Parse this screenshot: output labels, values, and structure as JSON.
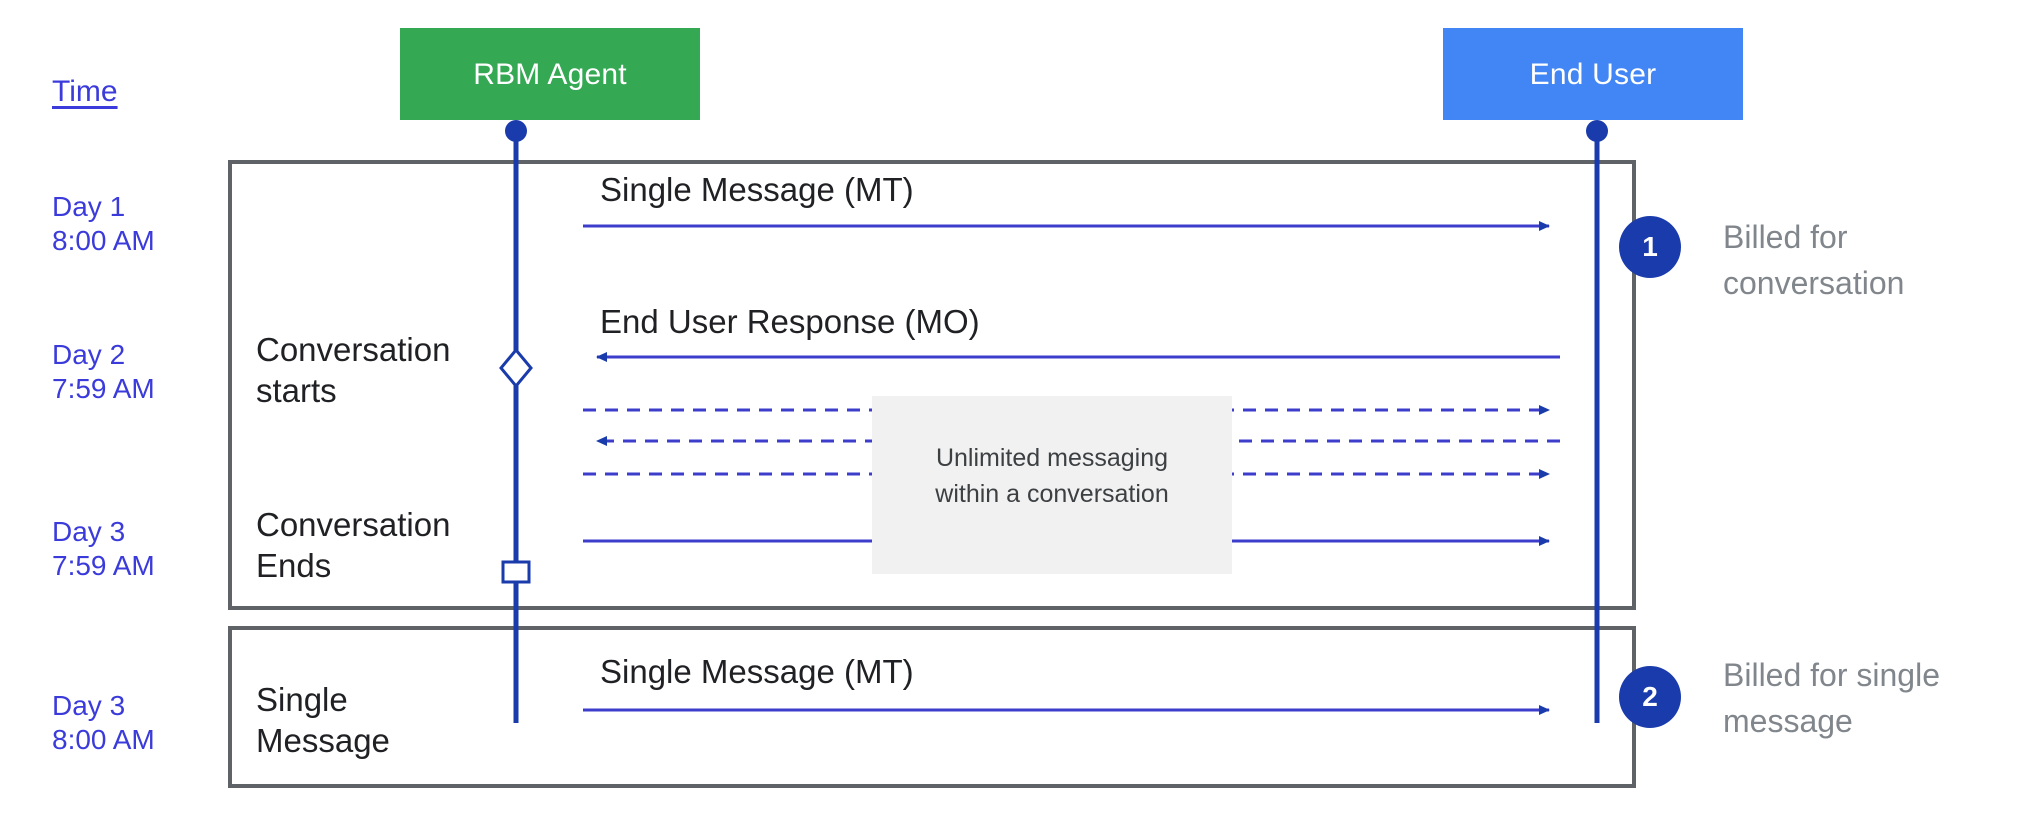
{
  "diagram": {
    "title_column": {
      "label": "Time"
    },
    "actors": [
      {
        "id": "rbm-agent",
        "label": "RBM Agent",
        "color": "#34a853"
      },
      {
        "id": "end-user",
        "label": "End User",
        "color": "#4285f4"
      }
    ],
    "colors": {
      "time_text": "#3b3bdb",
      "arrow": "#3d3dcc",
      "arrow_head": "#1a3bab",
      "lifeline": "#1a3bab",
      "badge": "#1a3bab",
      "frame": "#5f6368",
      "note_bg": "#f1f1f1",
      "note_text": "#3c4043",
      "billed_text": "#80868b",
      "label_text": "#202124"
    },
    "time_labels": [
      {
        "day": "Day 1",
        "time": "8:00 AM",
        "text": "Day 1\n8:00 AM"
      },
      {
        "day": "Day 2",
        "time": "7:59 AM",
        "text": "Day 2\n7:59 AM"
      },
      {
        "day": "Day 3",
        "time": "7:59 AM",
        "text": "Day 3\n7:59 AM"
      },
      {
        "day": "Day 3",
        "time": "8:00 AM",
        "text": "Day 3\n8:00 AM"
      }
    ],
    "phases": [
      {
        "id": "conversation-starts",
        "text": "Conversation\nstarts"
      },
      {
        "id": "conversation-ends",
        "text": "Conversation\nEnds"
      },
      {
        "id": "single-message",
        "text": "Single\nMessage"
      }
    ],
    "messages": [
      {
        "id": "mt-1",
        "label": "Single Message (MT)",
        "direction": "agent-to-user",
        "style": "solid"
      },
      {
        "id": "mo-1",
        "label": "End User Response (MO)",
        "direction": "user-to-agent",
        "style": "solid"
      },
      {
        "id": "unlimited-1",
        "label": "",
        "direction": "agent-to-user",
        "style": "dashed"
      },
      {
        "id": "unlimited-2",
        "label": "",
        "direction": "user-to-agent",
        "style": "dashed"
      },
      {
        "id": "unlimited-3",
        "label": "",
        "direction": "agent-to-user",
        "style": "dashed"
      },
      {
        "id": "unlimited-4",
        "label": "",
        "direction": "agent-to-user",
        "style": "solid"
      },
      {
        "id": "mt-2",
        "label": "Single Message (MT)",
        "direction": "agent-to-user",
        "style": "solid"
      }
    ],
    "note": {
      "text": "Unlimited messaging\nwithin a conversation"
    },
    "billed_items": [
      {
        "badge": "1",
        "text": "Billed for\nconversation"
      },
      {
        "badge": "2",
        "text": "Billed for single\nmessage"
      }
    ],
    "markers": [
      {
        "id": "conversation-start-marker",
        "shape": "diamond"
      },
      {
        "id": "conversation-end-marker",
        "shape": "square"
      }
    ]
  }
}
